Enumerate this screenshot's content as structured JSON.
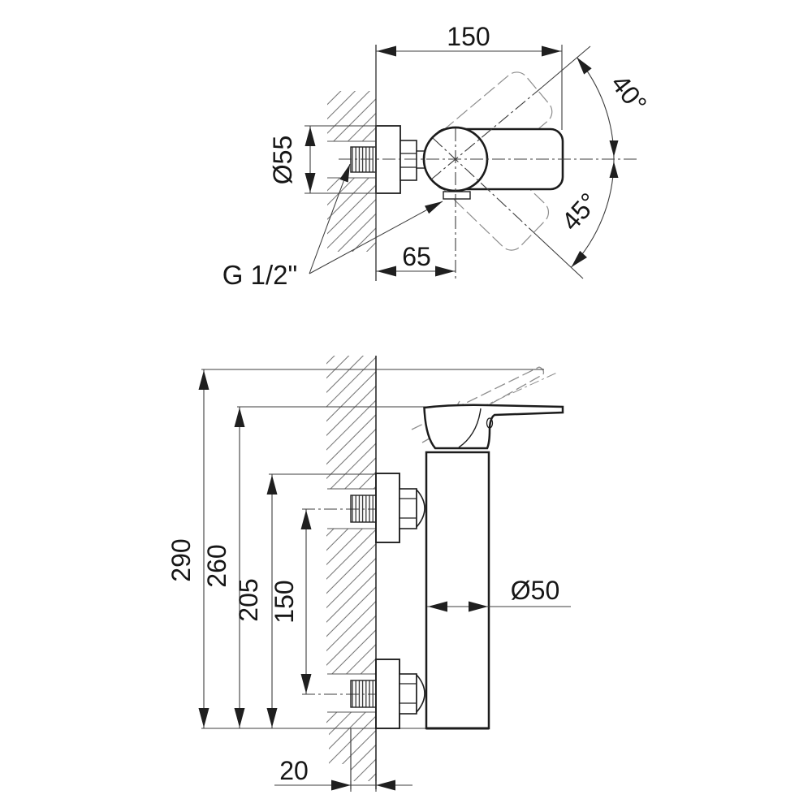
{
  "drawing": {
    "type": "technical dimension drawing of wall-mounted shower mixer, two orthographic views",
    "colors": {
      "line": "#1f1f1f",
      "dim": "#3c3c3c",
      "phantom": "#8e8e8e",
      "hatch": "#757575",
      "bg": "#ffffff"
    }
  },
  "labels": {
    "plan": {
      "width": "150",
      "plate_diameter": "Ø55",
      "angle_up": "40°",
      "angle_down": "45°",
      "wall_offset": "65",
      "thread": "G 1/2\""
    },
    "side": {
      "overall_height": "290",
      "lever_height": "260",
      "body_height": "205",
      "port_spacing": "150",
      "body_diameter": "Ø50",
      "wall_thickness": "20"
    }
  }
}
